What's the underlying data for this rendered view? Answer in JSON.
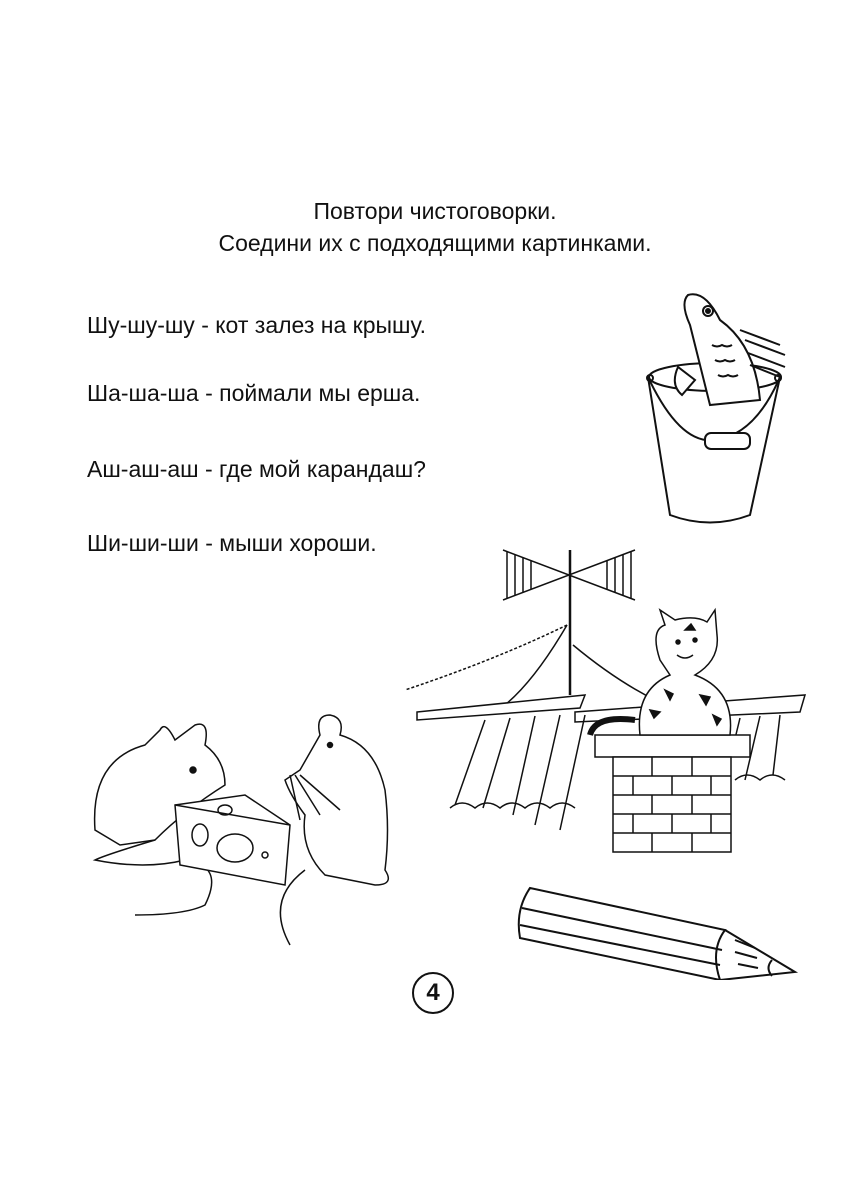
{
  "instructions": {
    "line1": "Повтори чистоговорки.",
    "line2": "Соедини их с подходящими картинками."
  },
  "tongue_twisters": [
    {
      "text": "Шу-шу-шу - кот залез на крышу."
    },
    {
      "text": "Ша-ша-ша - поймали мы ерша."
    },
    {
      "text": "Аш-аш-аш - где мой карандаш?"
    },
    {
      "text": "Ши-ши-ши - мыши хороши."
    }
  ],
  "pictures": [
    {
      "name": "fish-in-bucket",
      "description": "ruff fish in a bucket"
    },
    {
      "name": "cat-on-roof",
      "description": "striped cat on a roof chimney with TV antenna"
    },
    {
      "name": "mice-with-cheese",
      "description": "two mice with a piece of cheese"
    },
    {
      "name": "pencil",
      "description": "sharpened pencil"
    }
  ],
  "page_number": "4"
}
